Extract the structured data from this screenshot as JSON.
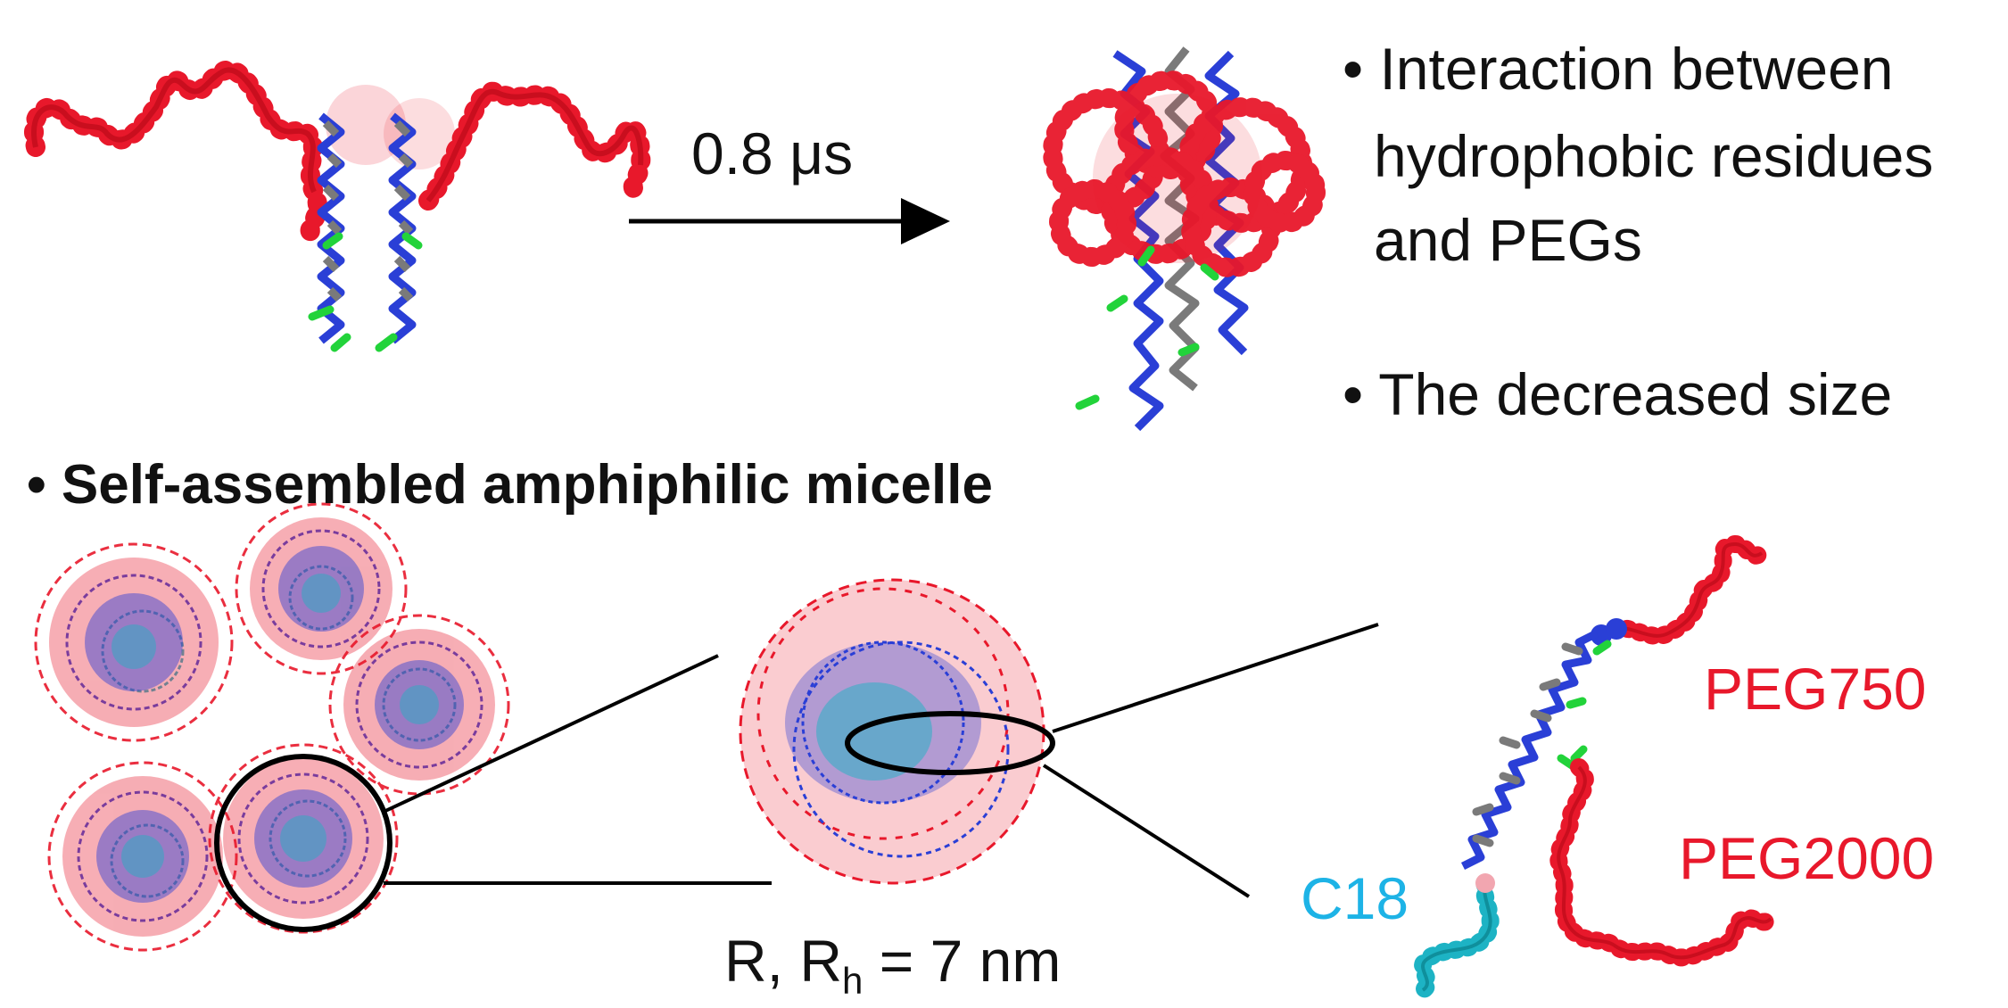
{
  "top": {
    "time_label": "0.8 μs",
    "bullets": [
      "• Interaction between",
      "hydrophobic residues",
      "and PEGs",
      "• The decreased size"
    ]
  },
  "bottom": {
    "heading": "• Self-assembled amphiphilic micelle",
    "radius_label_prefix": "R, R",
    "radius_label_sub": "h",
    "radius_label_suffix": " = 7 nm",
    "labels": {
      "peg750": "PEG750",
      "peg2000": "PEG2000",
      "c18": "C18"
    }
  },
  "colors": {
    "peg": "#e8182b",
    "backbone_blue": "#2a3fd6",
    "backbone_grey": "#7a7a7a",
    "green": "#22d33a",
    "cyan": "#1db3c4",
    "c18_label": "#1db3e6",
    "text": "#111111"
  }
}
